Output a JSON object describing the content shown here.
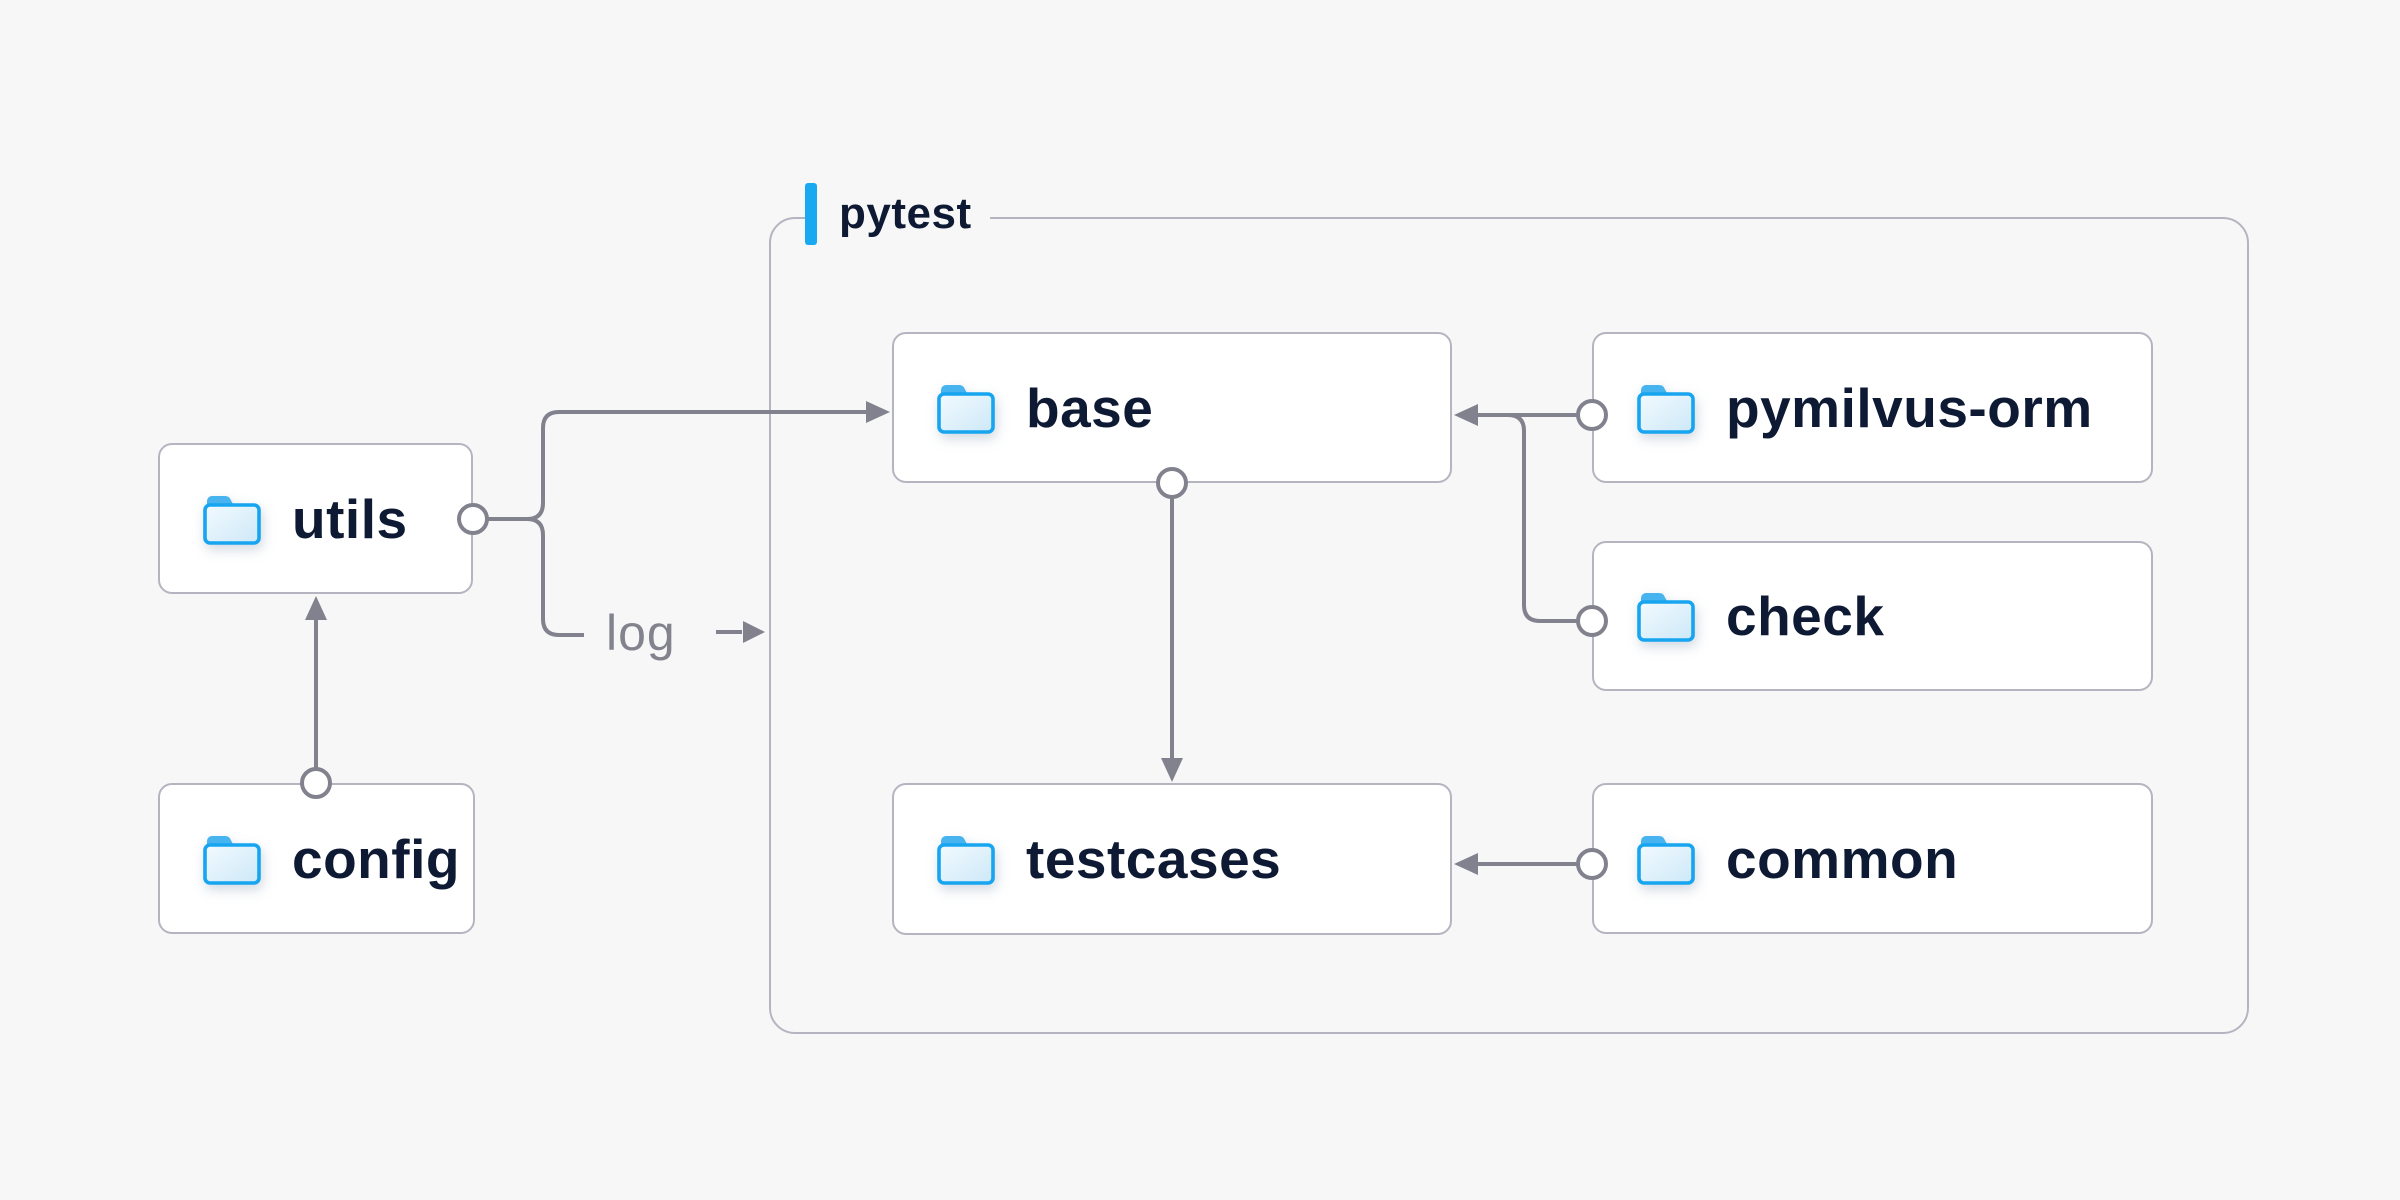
{
  "diagram": {
    "container": {
      "label": "pytest"
    },
    "nodes": [
      {
        "id": "utils",
        "label": "utils"
      },
      {
        "id": "config",
        "label": "config"
      },
      {
        "id": "base",
        "label": "base"
      },
      {
        "id": "pymilvus-orm",
        "label": "pymilvus-orm"
      },
      {
        "id": "check",
        "label": "check"
      },
      {
        "id": "testcases",
        "label": "testcases"
      },
      {
        "id": "common",
        "label": "common"
      }
    ],
    "edges": [
      {
        "from": "config",
        "to": "utils"
      },
      {
        "from": "utils",
        "to": "base"
      },
      {
        "from": "utils",
        "to": "pytest-container",
        "label": "log"
      },
      {
        "from": "base",
        "to": "testcases"
      },
      {
        "from": "pymilvus-orm",
        "to": "base"
      },
      {
        "from": "check",
        "to": "base"
      },
      {
        "from": "common",
        "to": "testcases"
      }
    ],
    "edge_label": "log",
    "icons": {
      "node_icon": "folder-icon"
    },
    "colors": {
      "page_bg": "#f7f7f8",
      "node_bg": "#ffffff",
      "border_gray": "#b5b5c1",
      "line_gray": "#82828e",
      "text_navy": "#0e1a33",
      "label_gray": "#83838e",
      "accent_blue": "#18a9f1",
      "folder_stroke_blue": "#17a5ef",
      "folder_fill_light": "#e8f4fc"
    }
  }
}
